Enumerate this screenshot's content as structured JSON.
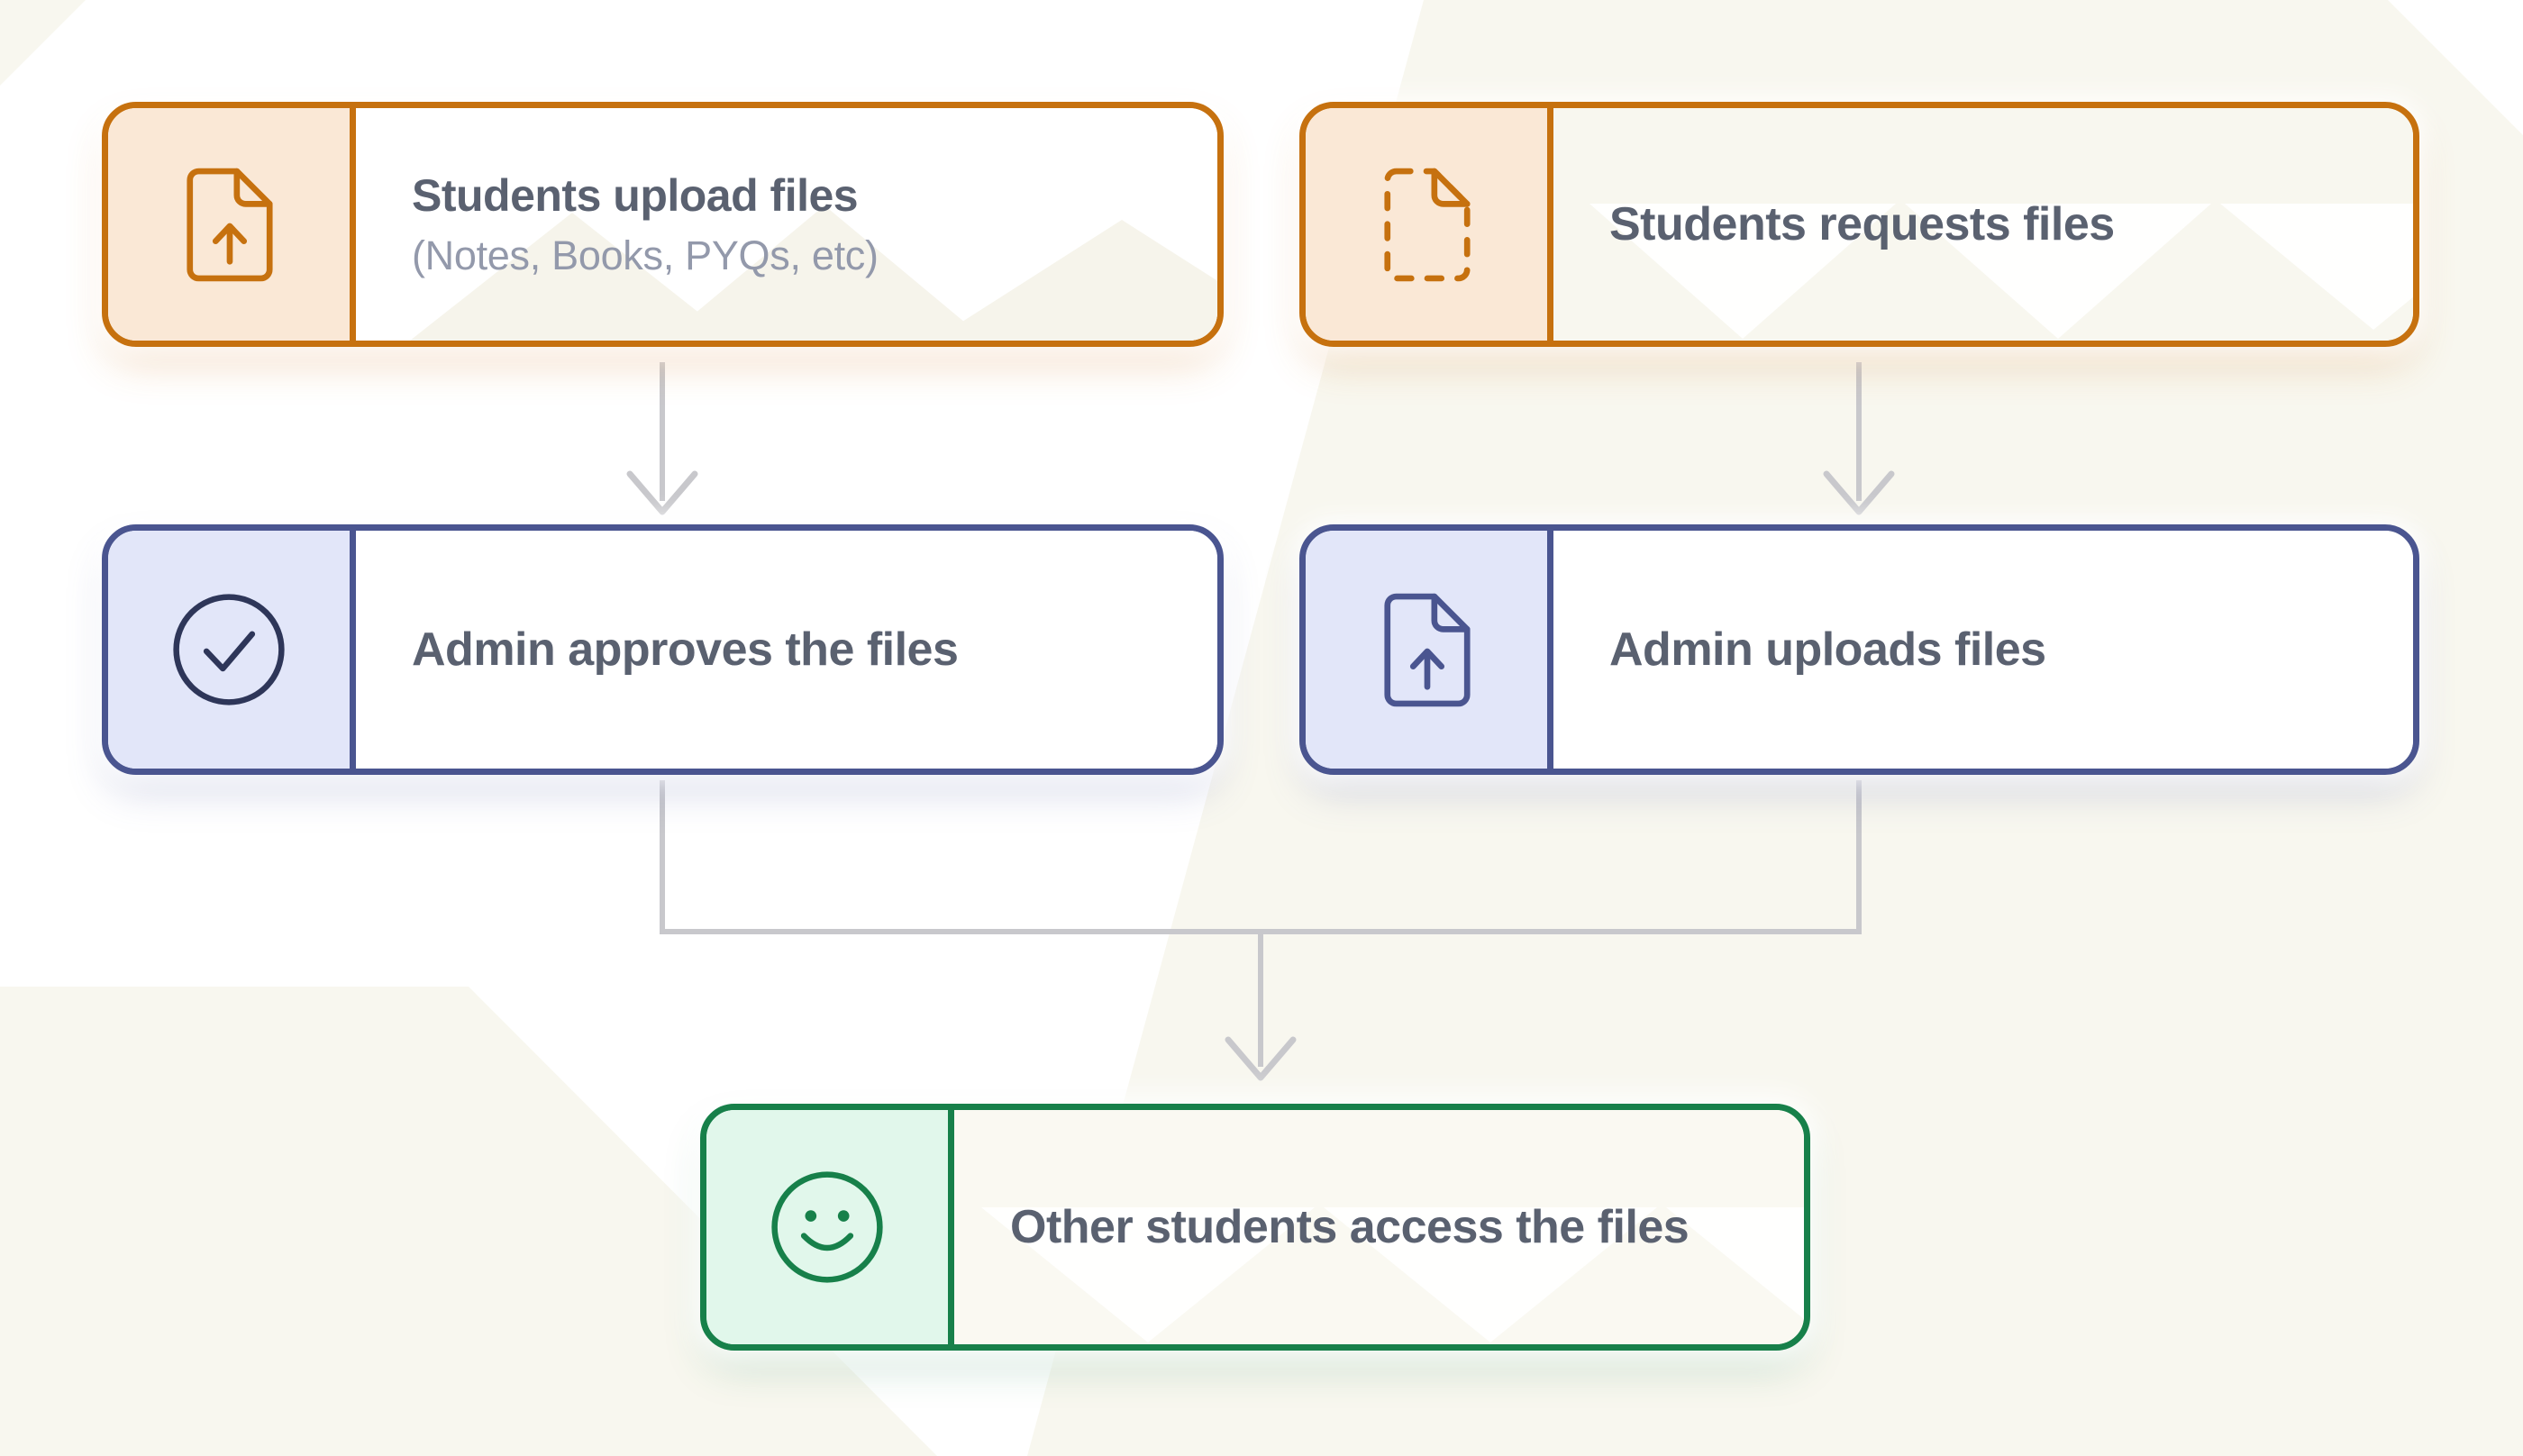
{
  "flowchart": {
    "nodes": [
      {
        "id": "students-upload",
        "title": "Students upload files",
        "subtitle": "(Notes, Books, PYQs, etc)",
        "icon": "file-upload-icon",
        "accent_color": "#C6710F",
        "panel_fill": "#FAE8D6",
        "content_fill": "#FFFFFF"
      },
      {
        "id": "students-request",
        "title": "Students requests files",
        "icon": "file-dashed-icon",
        "accent_color": "#C6710F",
        "panel_fill": "#FAE8D6",
        "content_fill": "#F8F7EF"
      },
      {
        "id": "admin-approves",
        "title": "Admin approves the files",
        "icon": "circle-check-icon",
        "accent_color": "#4A5590",
        "icon_color": "#2E3659",
        "panel_fill": "#E2E6F9",
        "content_fill": "#FFFFFF"
      },
      {
        "id": "admin-uploads",
        "title": "Admin uploads files",
        "icon": "file-upload-icon",
        "accent_color": "#4A5590",
        "panel_fill": "#E2E6F9",
        "content_fill": "#FFFFFF"
      },
      {
        "id": "students-access",
        "title": "Other students access the files",
        "icon": "smiley-icon",
        "accent_color": "#17804A",
        "panel_fill": "#E1F7EB",
        "content_fill": "#FAF9F2"
      }
    ],
    "edges": [
      {
        "from": "students-upload",
        "to": "admin-approves"
      },
      {
        "from": "students-request",
        "to": "admin-uploads"
      },
      {
        "from": "admin-approves",
        "to": "students-access"
      },
      {
        "from": "admin-uploads",
        "to": "students-access"
      }
    ],
    "colors": {
      "title_text": "#5A6170",
      "subtitle_text": "#9399AB",
      "arrow": "#C8C8CC",
      "background_white": "#FFFFFF",
      "background_cream": "#F8F7EF"
    }
  }
}
